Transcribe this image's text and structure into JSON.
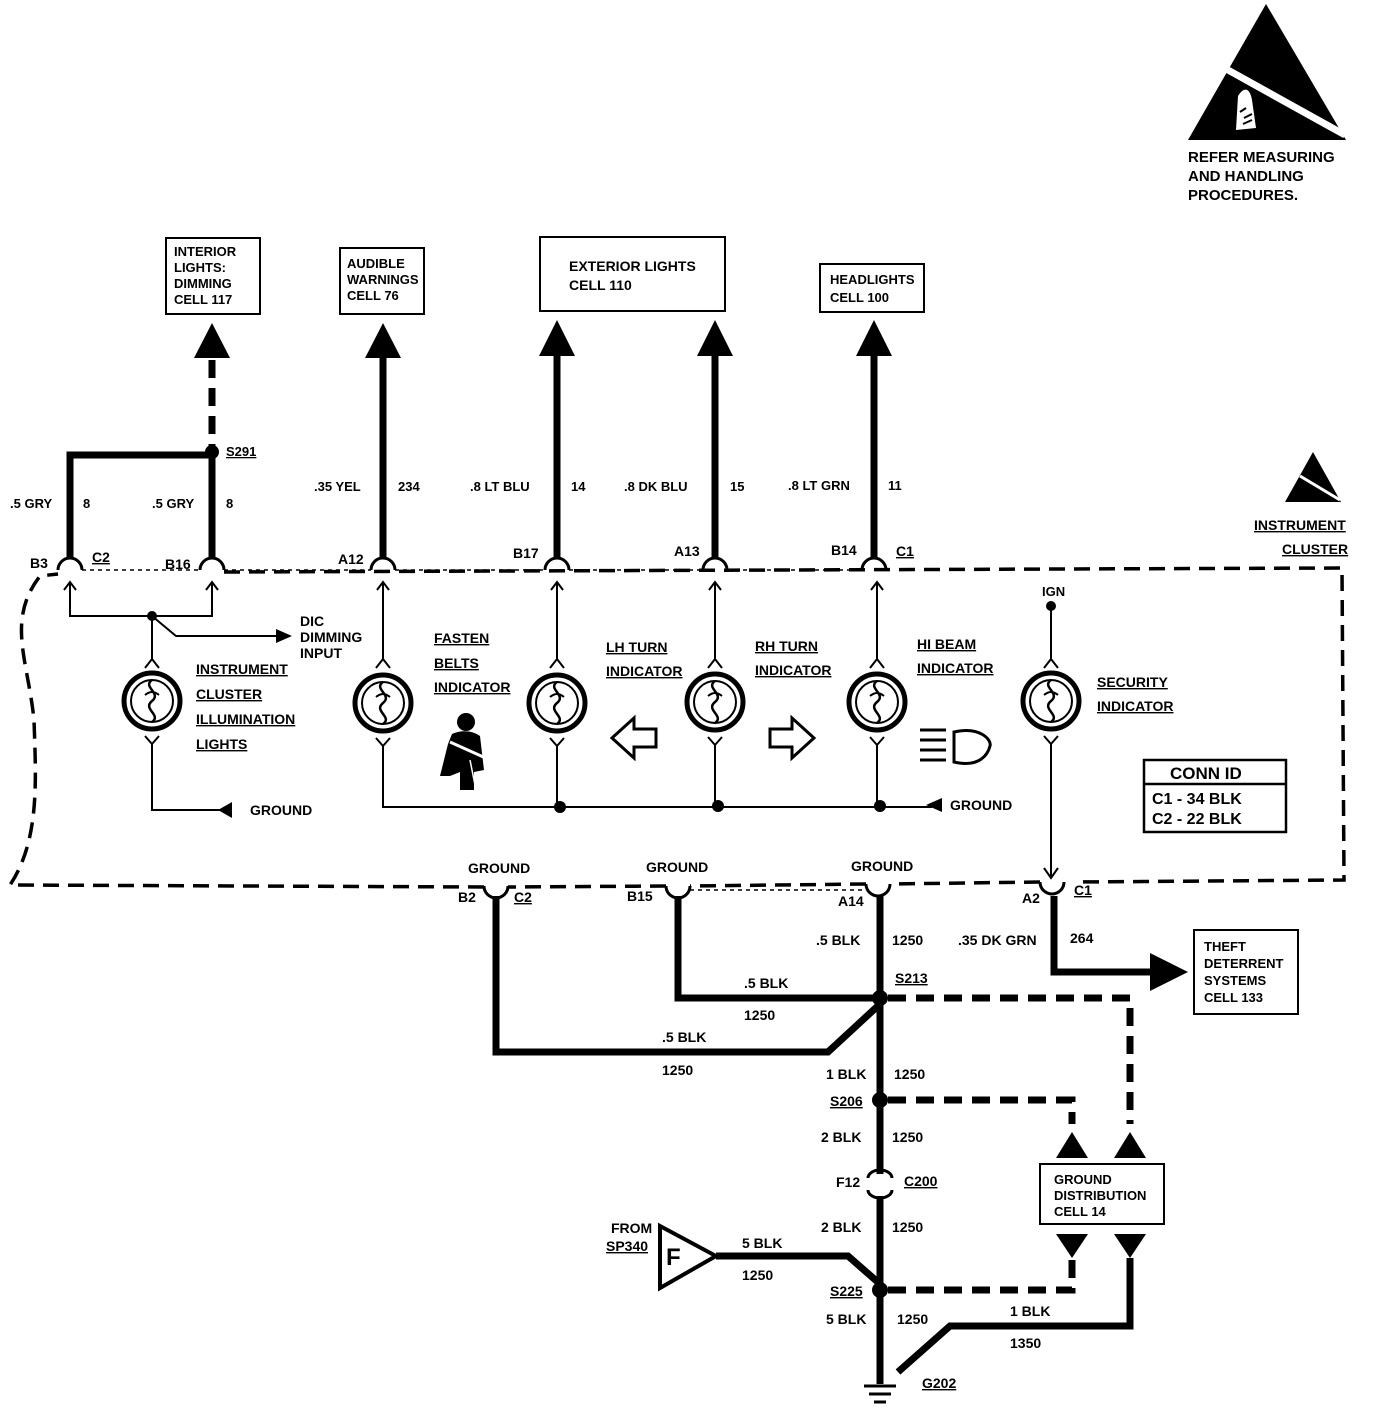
{
  "esd_note": {
    "icon": "esd-warning-triangle-icon",
    "lines": [
      "REFER MEASURING",
      "AND HANDLING",
      "PROCEDURES."
    ]
  },
  "boxes": {
    "interior_lights": [
      "INTERIOR",
      "LIGHTS:",
      "DIMMING",
      "CELL 117"
    ],
    "audible_warnings": [
      "AUDIBLE",
      "WARNINGS",
      "CELL 76"
    ],
    "exterior_lights": [
      "EXTERIOR LIGHTS",
      "CELL 110"
    ],
    "headlights": [
      "HEADLIGHTS",
      "CELL 100"
    ],
    "theft_deterrent": [
      "THEFT",
      "DETERRENT",
      "SYSTEMS",
      "CELL 133"
    ],
    "ground_distribution": [
      "GROUND",
      "DISTRIBUTION",
      "CELL 14"
    ],
    "conn_id": {
      "title": "CONN ID",
      "rows": [
        "C1 - 34 BLK",
        "C2 - 22 BLK"
      ]
    }
  },
  "cluster_label": [
    "INSTRUMENT",
    "CLUSTER"
  ],
  "top_wires": [
    {
      "gauge": ".5 GRY",
      "circuit": "8",
      "pin": "B3",
      "connector": "C2"
    },
    {
      "gauge": ".5 GRY",
      "circuit": "8",
      "pin": "B16",
      "splice": "S291"
    },
    {
      "gauge": ".35 YEL",
      "circuit": "234",
      "pin": "A12"
    },
    {
      "gauge": ".8 LT BLU",
      "circuit": "14",
      "pin": "B17"
    },
    {
      "gauge": ".8 DK BLU",
      "circuit": "15",
      "pin": "A13"
    },
    {
      "gauge": ".8 LT GRN",
      "circuit": "11",
      "pin": "B14",
      "connector": "C1"
    }
  ],
  "indicators": {
    "dic": [
      "DIC",
      "DIMMING",
      "INPUT"
    ],
    "illumination": [
      "INSTRUMENT",
      "CLUSTER",
      "ILLUMINATION",
      "LIGHTS"
    ],
    "fasten_belts": [
      "FASTEN",
      "BELTS",
      "INDICATOR"
    ],
    "lh_turn": [
      "LH TURN",
      "INDICATOR"
    ],
    "rh_turn": [
      "RH TURN",
      "INDICATOR"
    ],
    "hi_beam": [
      "HI BEAM",
      "INDICATOR"
    ],
    "security": [
      "SECURITY",
      "INDICATOR"
    ],
    "ign": "IGN",
    "ground_left": "GROUND",
    "ground_right": "GROUND"
  },
  "bottom_pins": [
    {
      "label": "GROUND",
      "pin": "B2",
      "connector": "C2"
    },
    {
      "label": "GROUND",
      "pin": "B15"
    },
    {
      "label": "GROUND",
      "pin": "A14"
    },
    {
      "pin": "A2",
      "connector": "C1"
    }
  ],
  "bottom_wires": {
    "a14_gauge": ".5 BLK",
    "a14_circuit": "1250",
    "a2_gauge": ".35 DK GRN",
    "a2_circuit": "264",
    "b15_gauge": ".5 BLK",
    "b15_circuit": "1250",
    "b2_gauge": ".5 BLK",
    "b2_circuit": "1250",
    "s213": "S213",
    "seg1_gauge": "1 BLK",
    "seg1_circuit": "1250",
    "s206": "S206",
    "seg2_gauge": "2 BLK",
    "seg2_circuit": "1250",
    "f12": "F12",
    "c200": "C200",
    "seg3_gauge": "2 BLK",
    "seg3_circuit": "1250",
    "from_label": [
      "FROM",
      "SP340"
    ],
    "connector_f": "F",
    "sp340_gauge": "5 BLK",
    "sp340_circuit": "1250",
    "s225": "S225",
    "seg4_gauge": "5 BLK",
    "seg4_circuit": "1250",
    "gd_gauge": "1 BLK",
    "gd_circuit": "1350",
    "g202": "G202"
  }
}
